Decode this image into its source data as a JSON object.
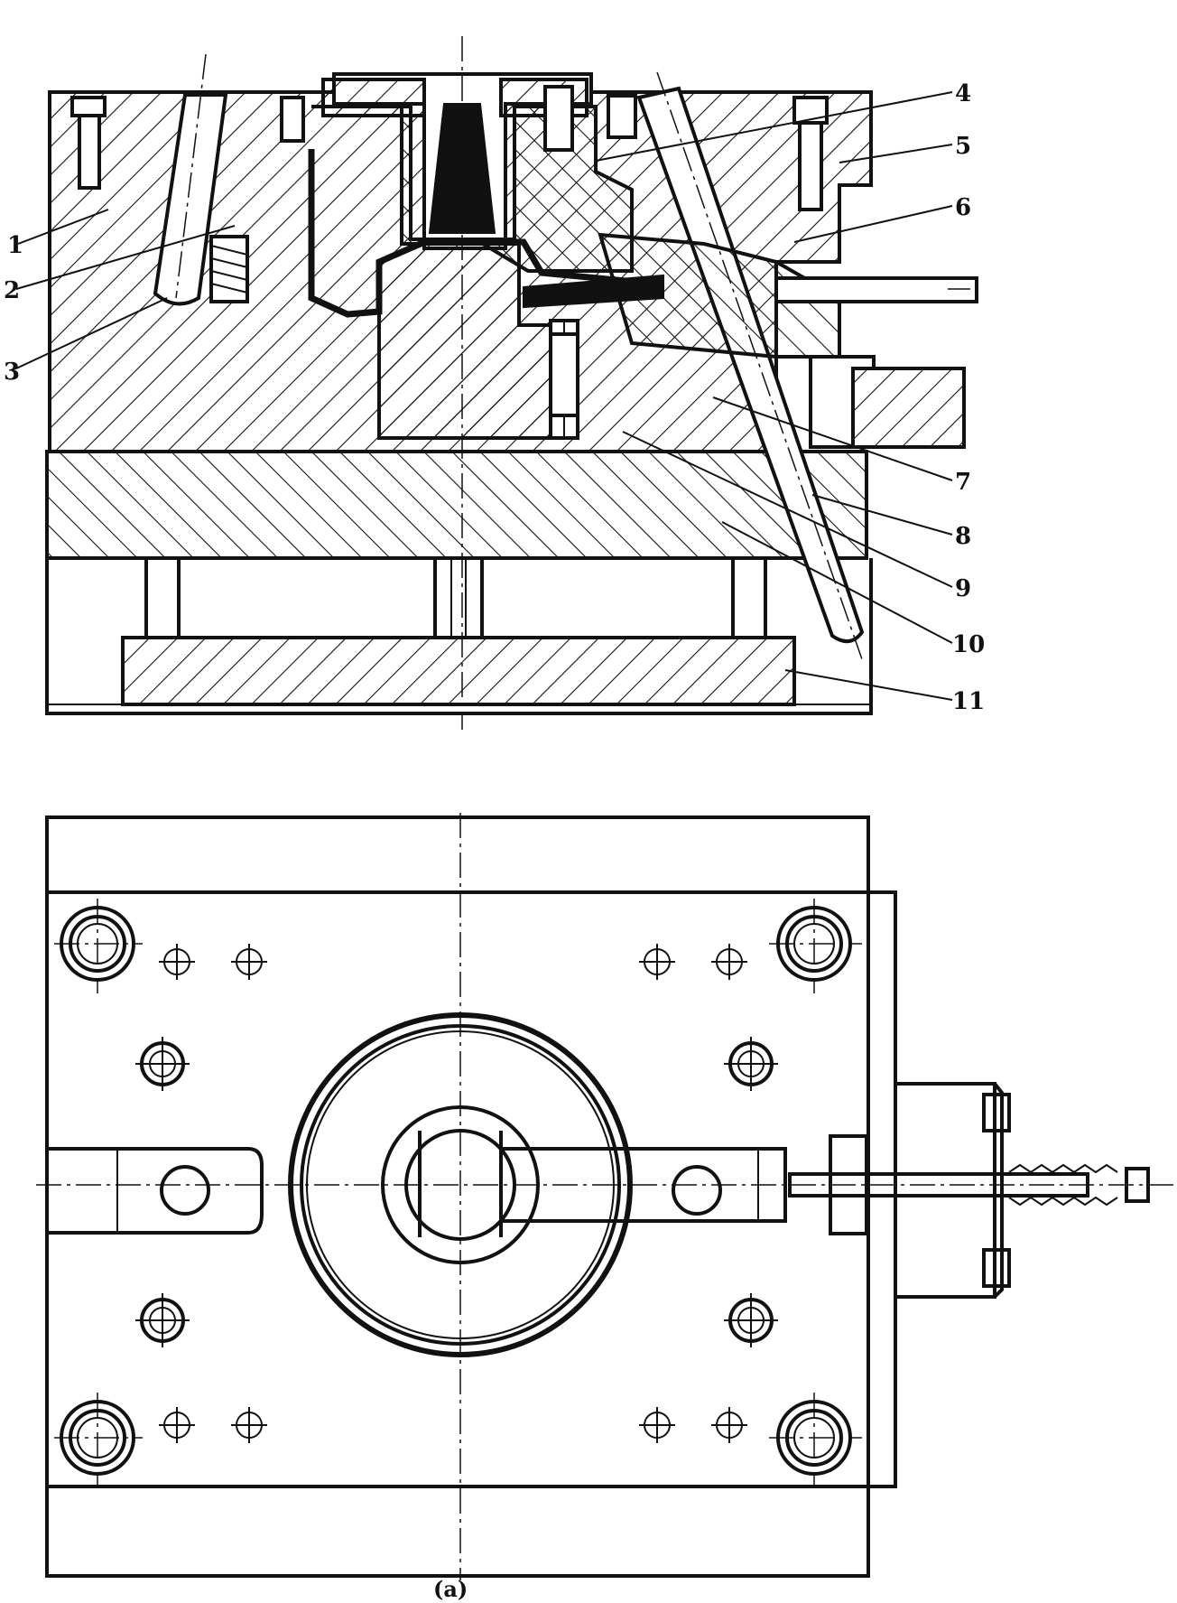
{
  "figure": {
    "caption": "(a)",
    "part_labels": [
      "1",
      "2",
      "3",
      "4",
      "5",
      "6",
      "7",
      "8",
      "9",
      "10",
      "11"
    ]
  },
  "colors": {
    "ink": "#111111",
    "paper": "#ffffff"
  }
}
